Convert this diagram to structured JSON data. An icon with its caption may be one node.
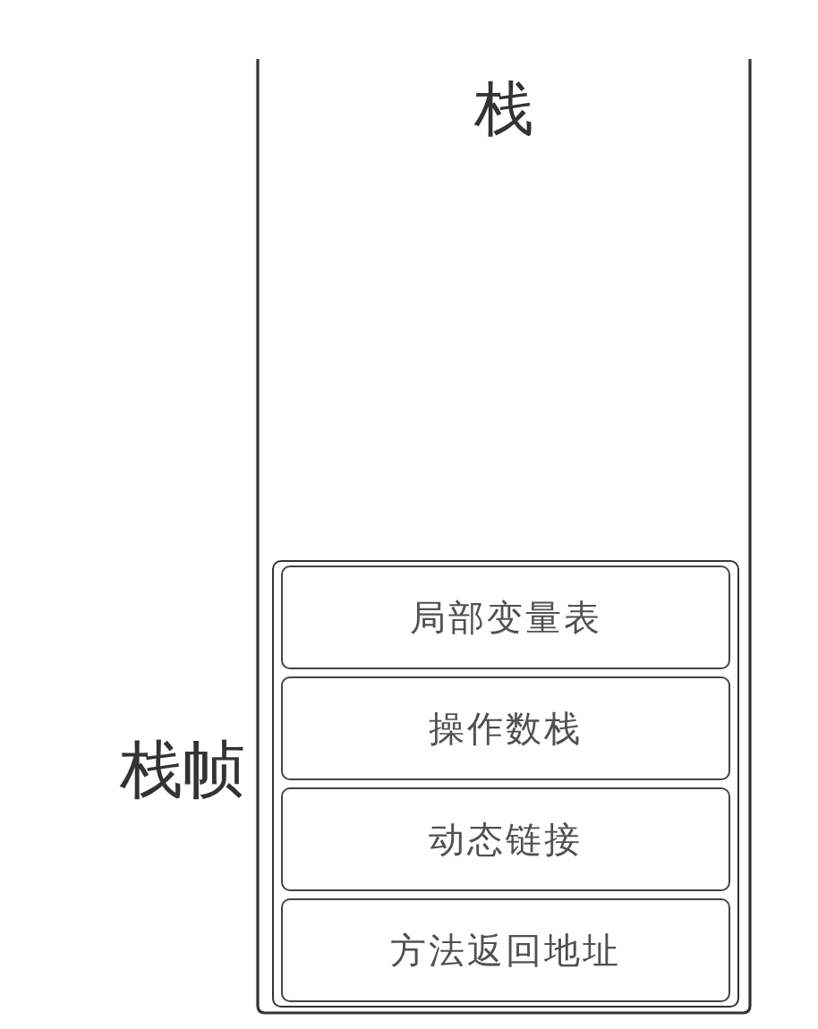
{
  "diagram": {
    "nodes": [
      {
        "text": [
          "栈"
        ]
      },
      {
        "text": [
          "栈帧"
        ],
        "in": 0
      },
      {
        "text": [
          "局部变量表"
        ],
        "in": 1
      },
      {
        "text": [
          "操作数栈"
        ],
        "in": 1
      },
      {
        "text": [
          "动态链接"
        ],
        "in": 1
      },
      {
        "text": [
          "方法返回地址"
        ],
        "in": 1
      }
    ]
  }
}
